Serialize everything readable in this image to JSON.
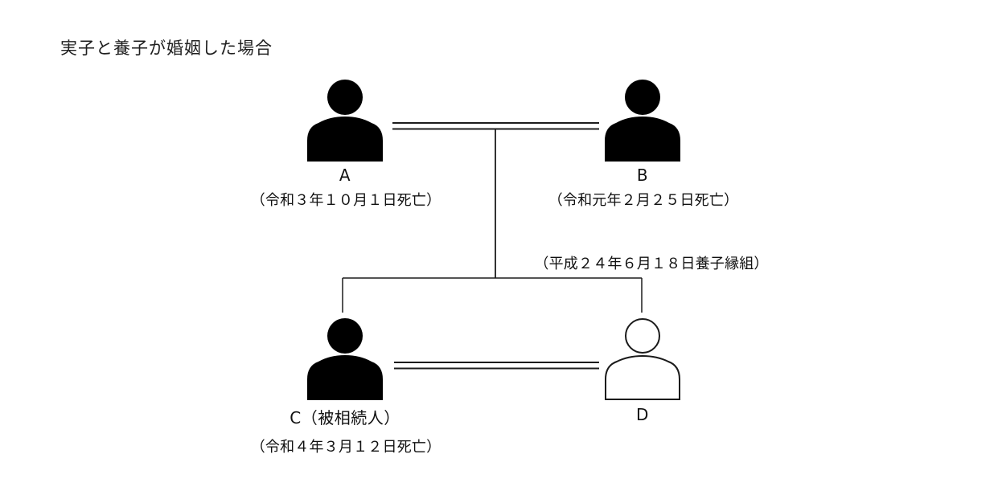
{
  "title": "実子と養子が婚姻した場合",
  "persons": {
    "a": {
      "label": "A",
      "death_note": "（令和３年１０月１日死亡）",
      "icon": "person-icon-filled"
    },
    "b": {
      "label": "B",
      "death_note": "（令和元年２月２５日死亡）",
      "icon": "person-icon-filled"
    },
    "c": {
      "label": "C（被相続人）",
      "death_note": "（令和４年３月１２日死亡）",
      "icon": "person-icon-filled"
    },
    "d": {
      "label": "D",
      "icon": "person-icon-outline"
    }
  },
  "annotations": {
    "adoption_note": "（平成２４年６月１８日養子縁組）"
  },
  "colors": {
    "ink": "#000000",
    "line": "#1c1c1c",
    "background": "#ffffff"
  }
}
